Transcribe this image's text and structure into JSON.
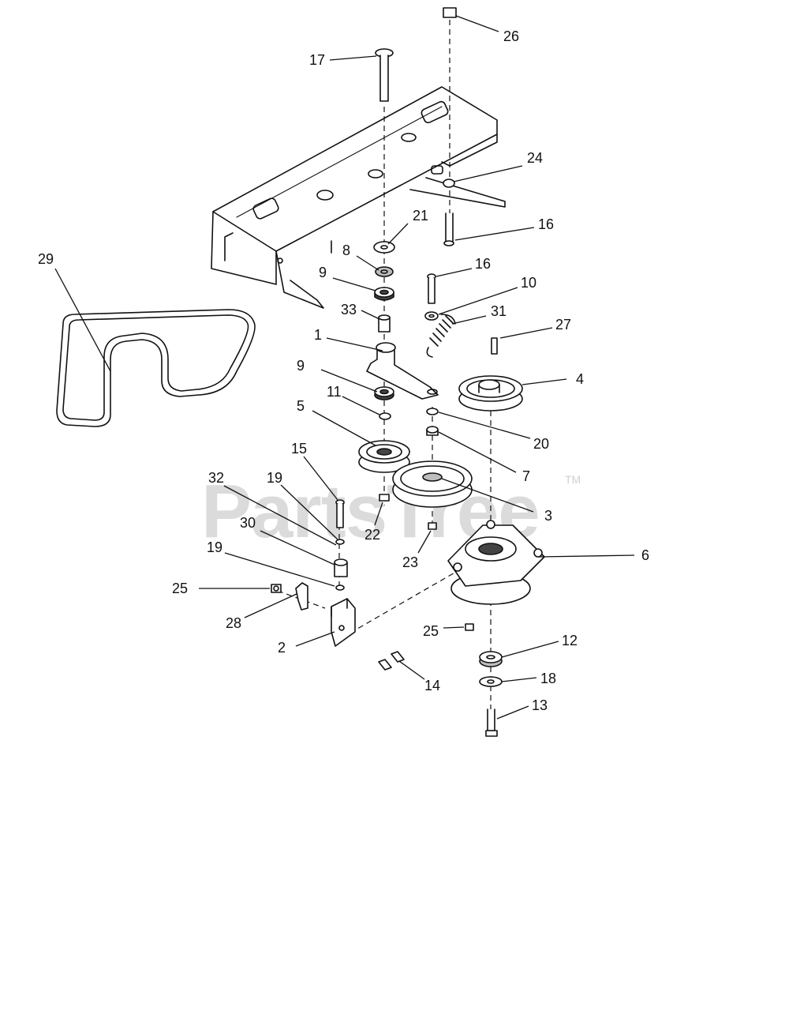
{
  "watermark": {
    "text": "PartsTree",
    "tm": "TM"
  },
  "callouts": {
    "c1": "1",
    "c2": "2",
    "c3": "3",
    "c4": "4",
    "c5": "5",
    "c6": "6",
    "c7": "7",
    "c8": "8",
    "c9a": "9",
    "c9b": "9",
    "c10": "10",
    "c11": "11",
    "c12": "12",
    "c13": "13",
    "c14": "14",
    "c15": "15",
    "c16a": "16",
    "c16b": "16",
    "c17": "17",
    "c18": "18",
    "c19a": "19",
    "c19b": "19",
    "c20": "20",
    "c21": "21",
    "c22": "22",
    "c23": "23",
    "c24": "24",
    "c25a": "25",
    "c25b": "25",
    "c26": "26",
    "c27": "27",
    "c28": "28",
    "c29": "29",
    "c30": "30",
    "c31": "31",
    "c32": "32",
    "c33": "33"
  }
}
